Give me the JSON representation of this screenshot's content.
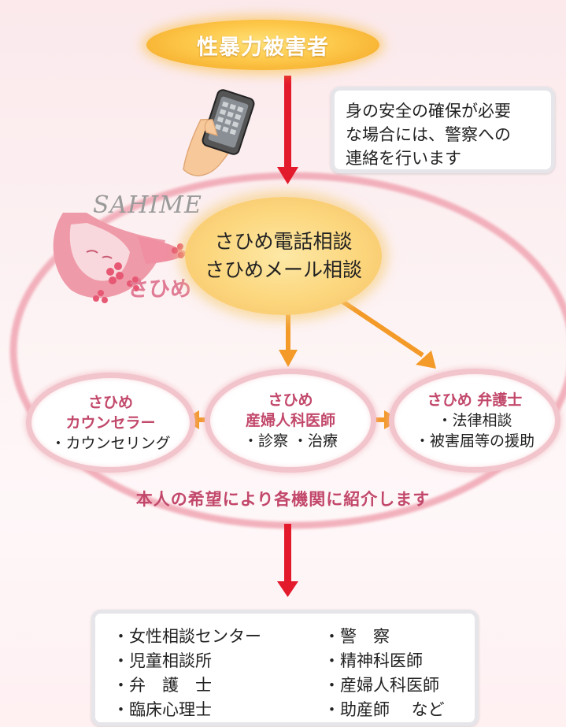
{
  "victim": {
    "label": "性暴力被害者"
  },
  "safety_note": {
    "lines": [
      "身の安全の確保が必要",
      "な場合には、警察への",
      "連絡を行います"
    ]
  },
  "center": {
    "line1": "さひめ電話相談",
    "line2": "さひめメール相談"
  },
  "logo": {
    "en": "SAHIME",
    "jp": "さひめ"
  },
  "services": {
    "counselor": {
      "title1": "さひめ",
      "title2": "カウンセラー",
      "item1": "・カウンセリング"
    },
    "gynecologist": {
      "title1": "さひめ",
      "title2": "産婦人科医師",
      "item1": "・診察 ・治療"
    },
    "lawyer": {
      "title1": "さひめ 弁護士",
      "item1": "・法律相談",
      "item2": "・被害届等の援助"
    }
  },
  "referral": "本人の希望により各機関に紹介します",
  "institutions": {
    "left": [
      "・女性相談センター",
      "・児童相談所",
      "・弁　護　士",
      "・臨床心理士"
    ],
    "right": [
      "・警　察",
      "・精神科医師",
      "・産婦人科医師",
      "・助産師　 など"
    ]
  },
  "colors": {
    "arrow_red": "#e3192c",
    "arrow_orange": "#f39a28",
    "accent_pink": "#c2486b",
    "ring_pink": "#f0a5b2"
  }
}
